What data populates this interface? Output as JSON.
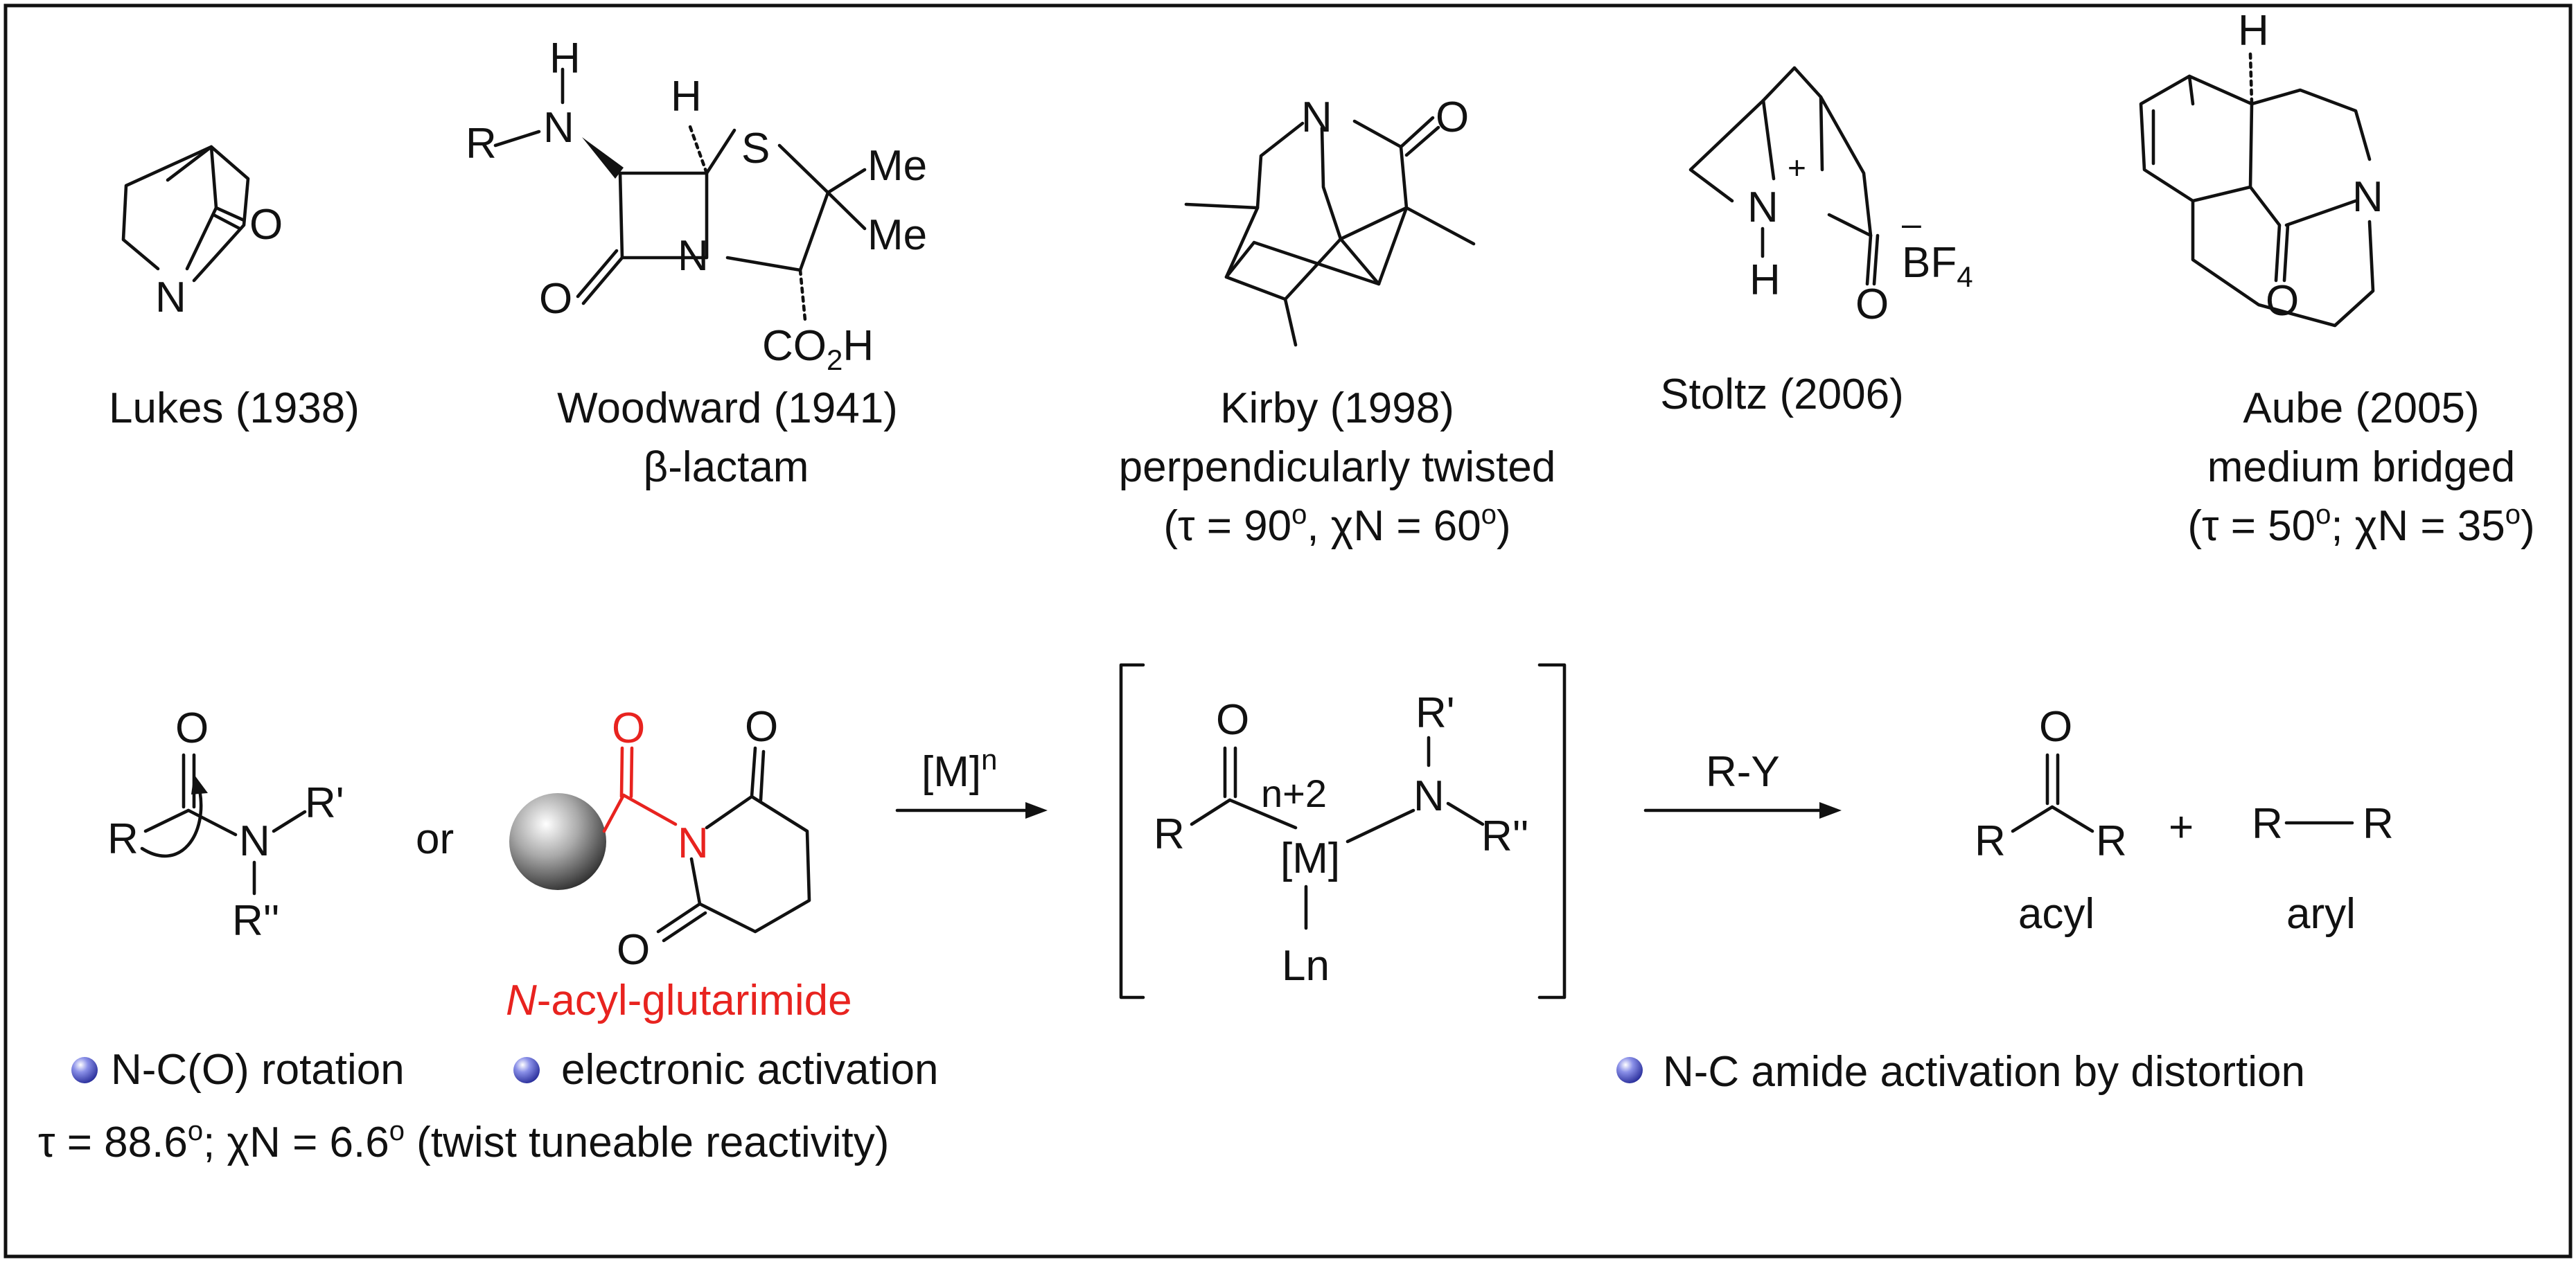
{
  "colors": {
    "text": "#111111",
    "highlight": "#e8231f",
    "bullet": "#3a3fb0",
    "frame": "#111111"
  },
  "top_row": {
    "lukes": {
      "atoms": {
        "o": "O",
        "n": "N"
      },
      "caption": "Lukes (1938)"
    },
    "woodward": {
      "atoms": {
        "r": "R",
        "nh_n": "N",
        "nh_h": "H",
        "h": "H",
        "s": "S",
        "me1": "Me",
        "me2": "Me",
        "o": "O",
        "n": "N",
        "co2h_a": "CO",
        "co2h_sub": "2",
        "co2h_b": "H"
      },
      "caption1": "Woodward (1941)",
      "caption2": "β-lactam"
    },
    "kirby": {
      "atoms": {
        "n": "N",
        "o": "O"
      },
      "caption1": "Kirby (1998)",
      "caption2": "perpendicularly twisted",
      "caption3_a": "(τ  = 90",
      "caption3_sup1": "o",
      "caption3_b": ", χN = 60",
      "caption3_sup2": "o",
      "caption3_c": ")"
    },
    "stoltz": {
      "atoms": {
        "n": "N",
        "h": "H",
        "plus": "+",
        "o": "O",
        "minus": "–",
        "bf": "BF",
        "bf_sub": "4"
      },
      "caption": "Stoltz (2006)"
    },
    "aube": {
      "atoms": {
        "h": "H",
        "n": "N",
        "o": "O"
      },
      "caption1": "Aube (2005)",
      "caption2": "medium bridged",
      "caption3_a": "(τ = 50",
      "caption3_sup1": "o",
      "caption3_b": "; χN = 35",
      "caption3_sup2": "o",
      "caption3_c": ")"
    }
  },
  "bottom_row": {
    "amide": {
      "atoms": {
        "o": "O",
        "r": "R",
        "n": "N",
        "r1": "R'",
        "r2": "R''"
      }
    },
    "or_label": "or",
    "glutarimide": {
      "atoms": {
        "o_acyl": "O",
        "n": "N",
        "o_top": "O",
        "o_bottom": "O"
      },
      "caption_italic": "N",
      "caption_rest": "-acyl-glutarimide"
    },
    "arrow1": {
      "label": "[M]",
      "label_sup": "n"
    },
    "intermediate": {
      "atoms": {
        "o": "O",
        "r": "R",
        "m": "[M]",
        "ox": "n+2",
        "n": "N",
        "r1": "R'",
        "r2": "R''",
        "ln": "Ln"
      }
    },
    "arrow2": {
      "label": "R-Y"
    },
    "products": {
      "ketone": {
        "o": "O",
        "r1": "R",
        "r2": "R",
        "caption": "acyl"
      },
      "plus": "+",
      "biaryl": {
        "r1": "R",
        "r2": "R",
        "caption": "aryl"
      }
    },
    "notes": {
      "rotation": "N-C(O) rotation",
      "electronic": "electronic activation",
      "twist_a": "τ = 88.6",
      "twist_sup1": "o",
      "twist_b": "; χN = 6.6",
      "twist_sup2": "o",
      "twist_c": " (twist tuneable reactivity)",
      "distortion": "N-C amide activation by distortion"
    }
  }
}
